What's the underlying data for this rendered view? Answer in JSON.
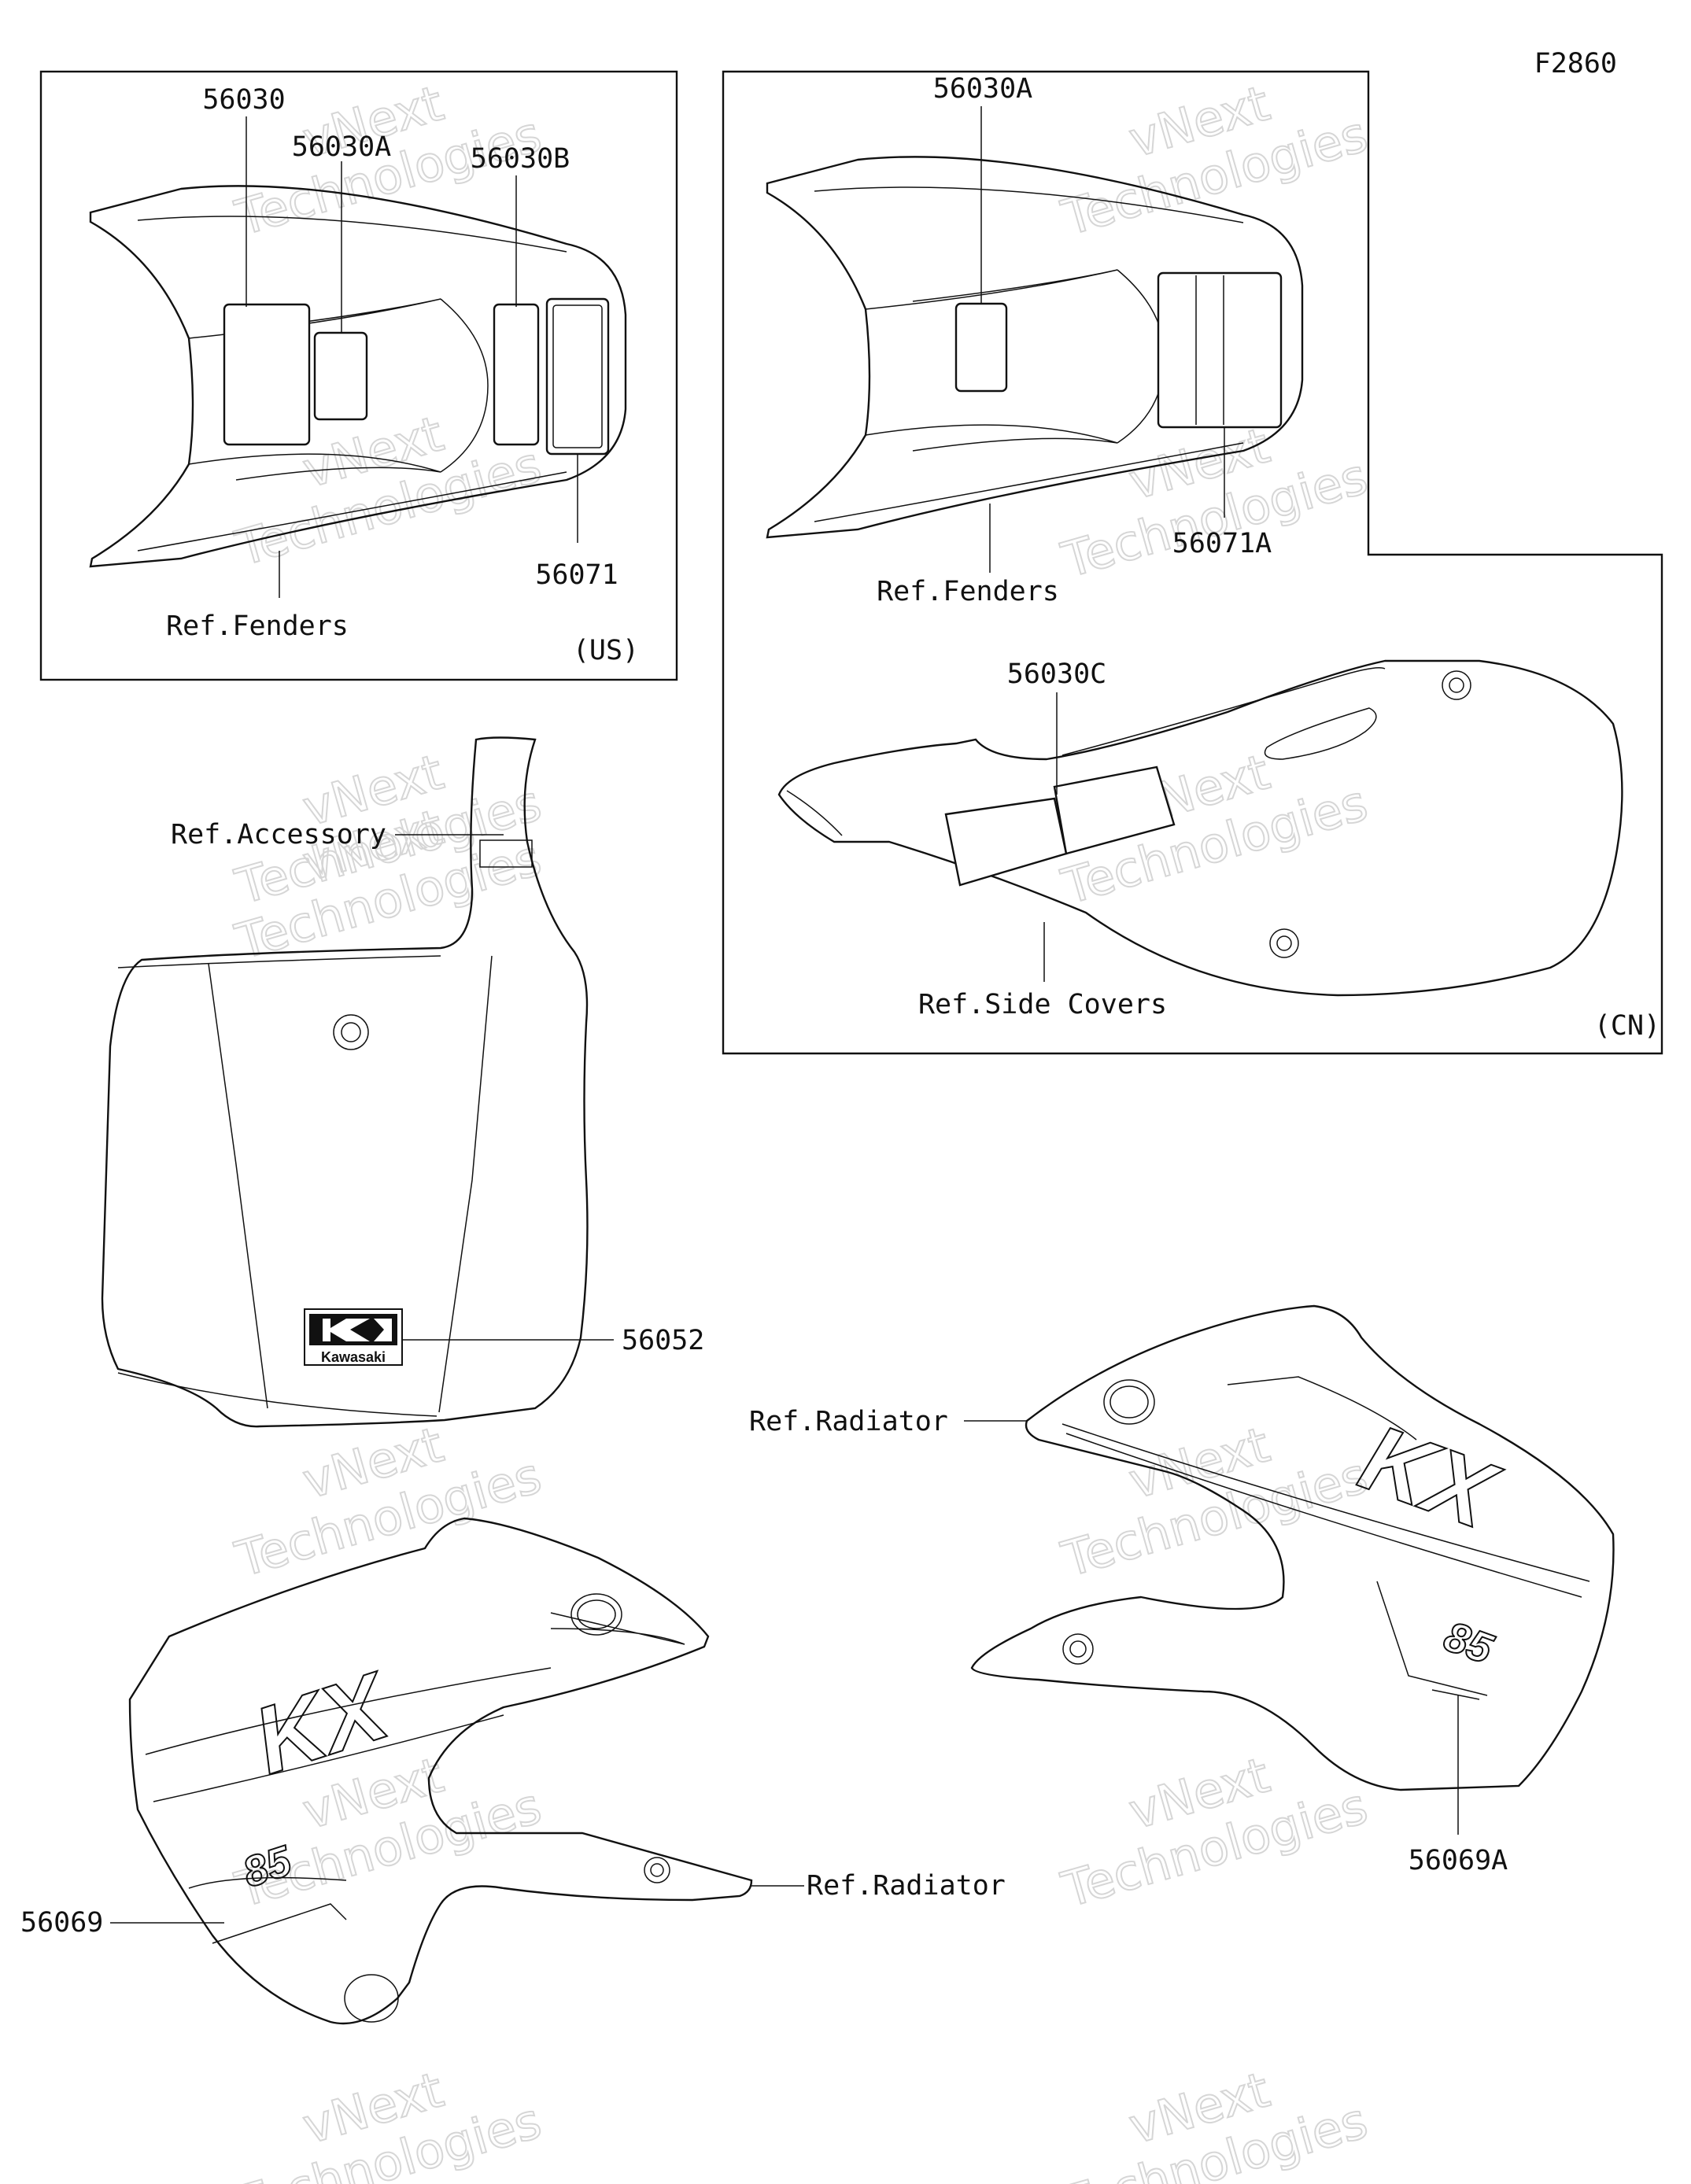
{
  "figure_code": "F2860",
  "region_labels": {
    "us": "(US)",
    "cn": "(CN)"
  },
  "parts": {
    "p56030": "56030",
    "p56030a_us": "56030A",
    "p56030b": "56030B",
    "p56071": "56071",
    "p56030a_cn": "56030A",
    "p56071a": "56071A",
    "p56030c": "56030C",
    "p56052": "56052",
    "p56069": "56069",
    "p56069a": "56069A"
  },
  "references": {
    "fenders_us": "Ref.Fenders",
    "fenders_cn": "Ref.Fenders",
    "side_covers": "Ref.Side Covers",
    "accessory": "Ref.Accessory",
    "radiator_left": "Ref.Radiator",
    "radiator_right": "Ref.Radiator"
  },
  "logo": {
    "brand": "Kawasaki"
  },
  "shroud_graphic": {
    "model_text": "KX",
    "displacement_text": "85"
  },
  "watermark": {
    "line1": "vNext",
    "line2": "Technologies"
  }
}
